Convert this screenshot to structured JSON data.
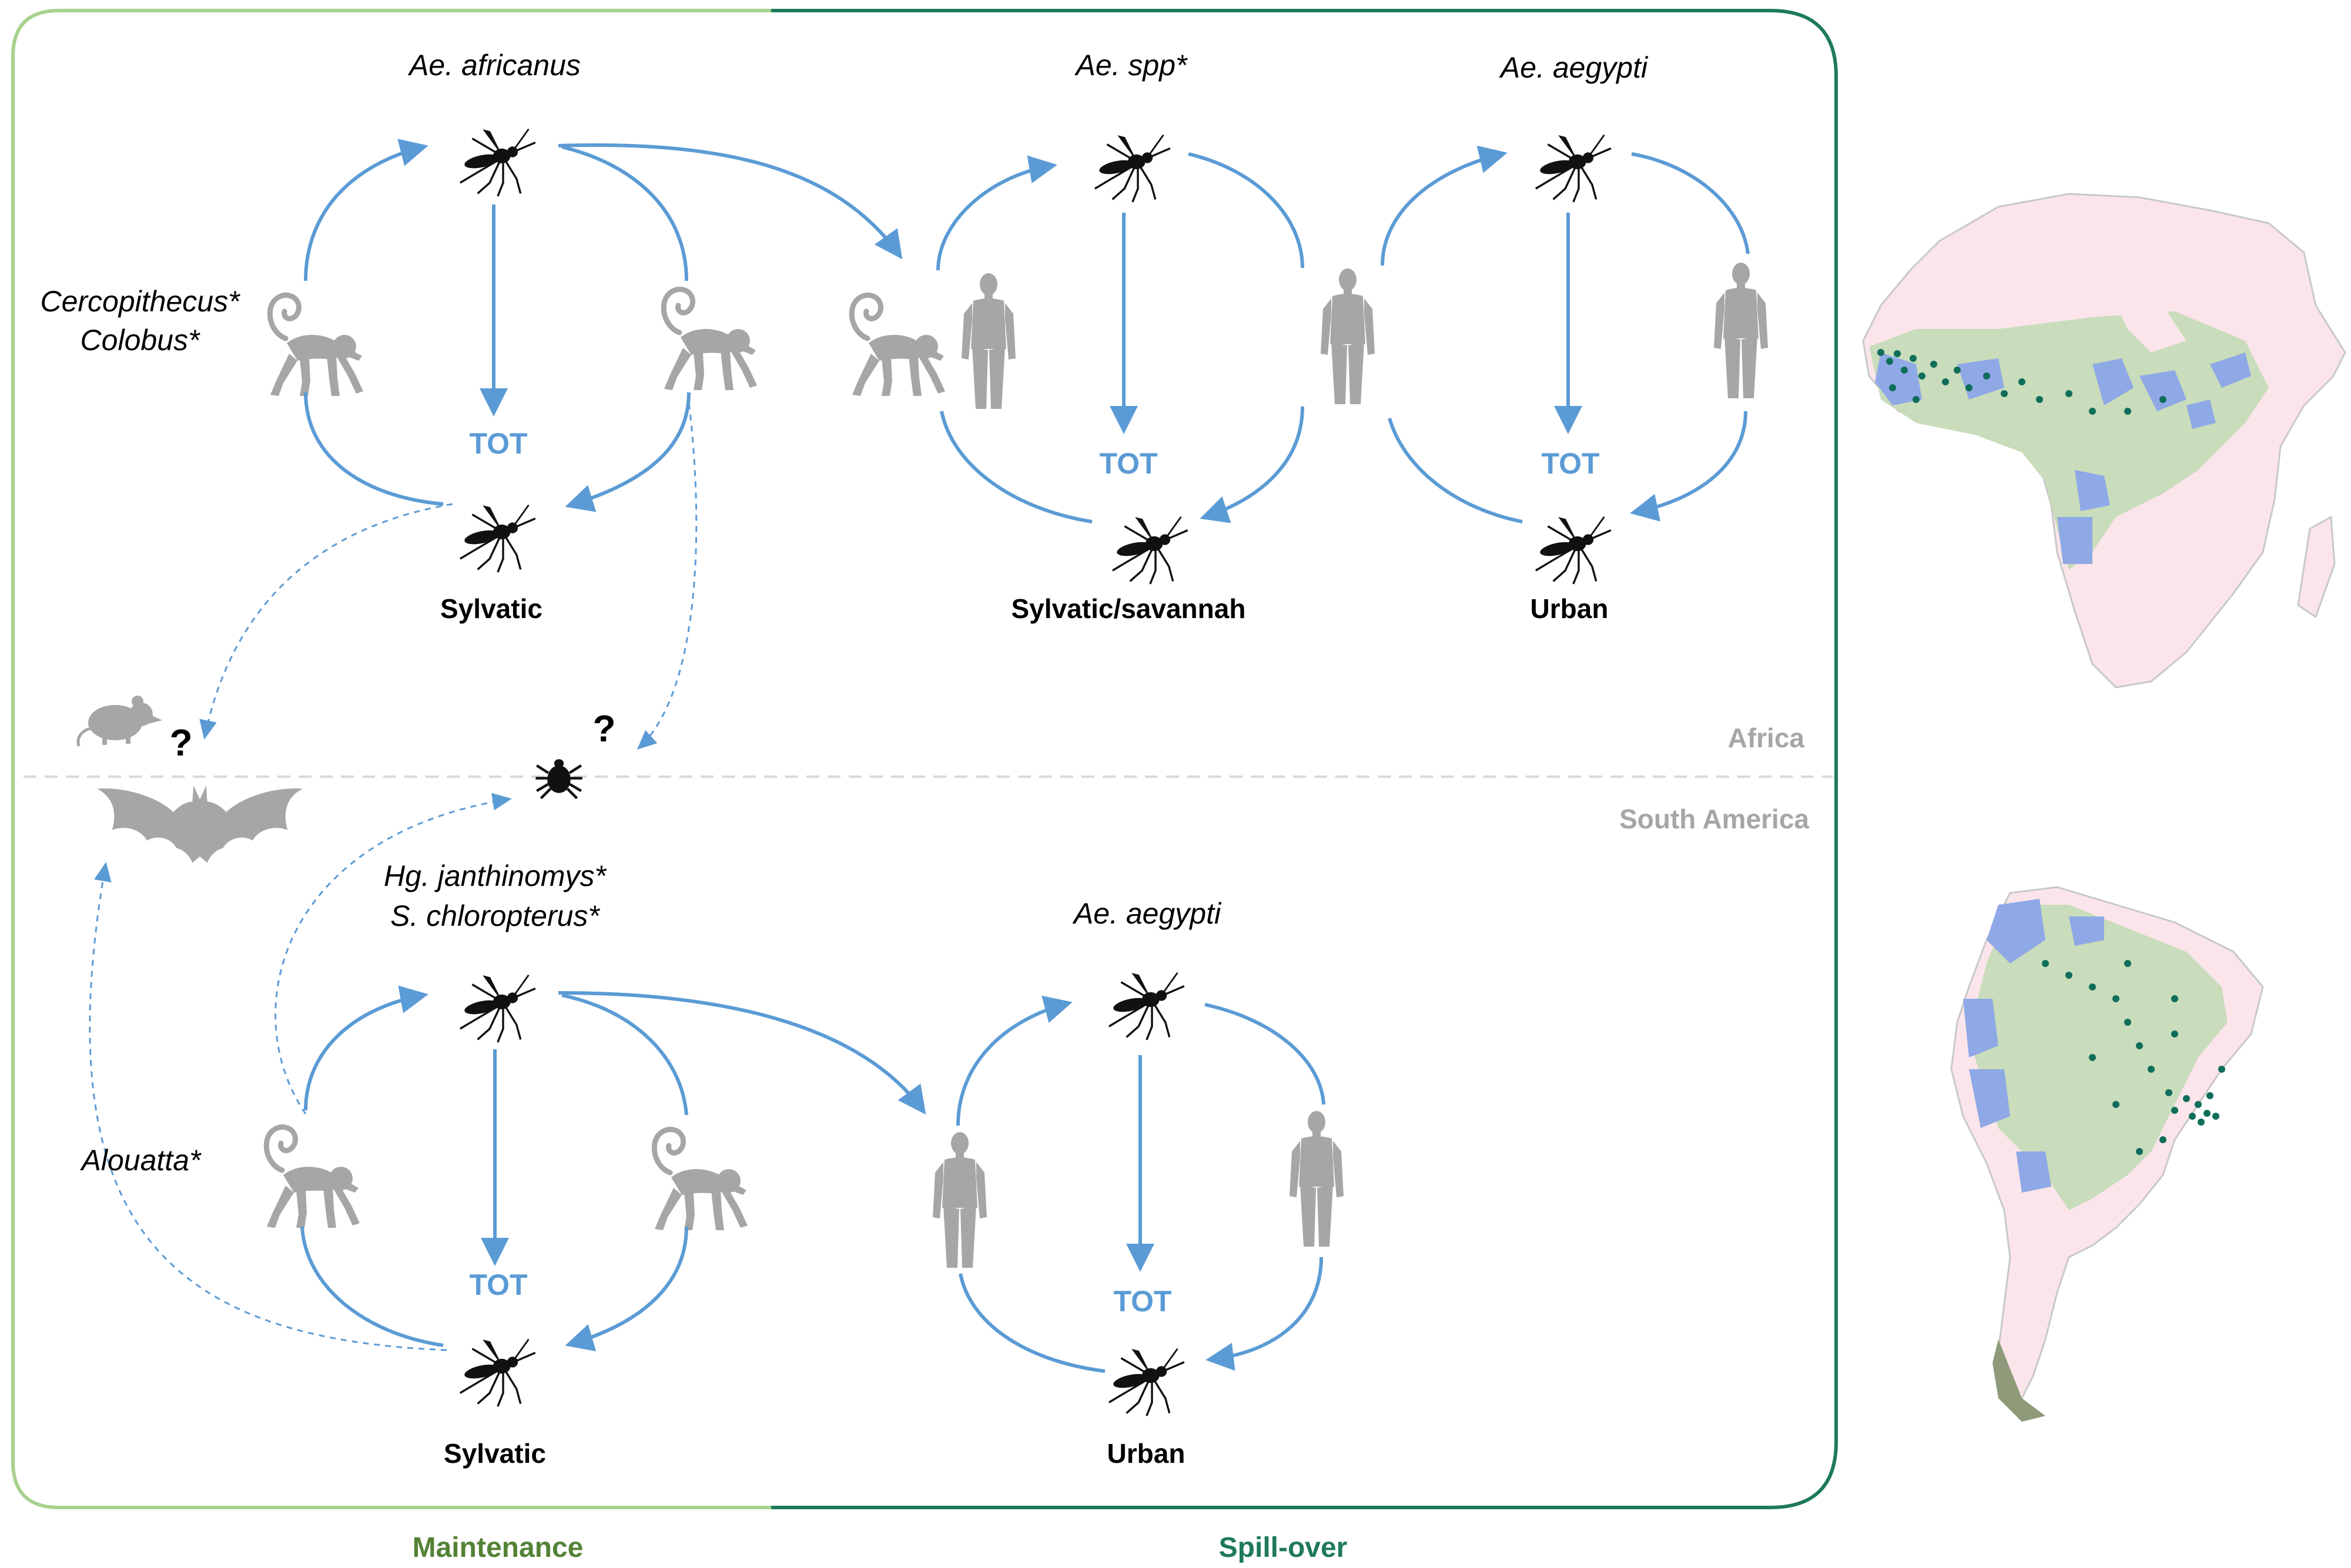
{
  "regions": {
    "africa": "Africa",
    "south_america": "South America"
  },
  "footer": {
    "maintenance": "Maintenance",
    "spillover": "Spill-over"
  },
  "africa": {
    "vector_sylvatic": "Ae. africanus",
    "vector_savannah": "Ae. spp*",
    "vector_urban": "Ae. aegypti",
    "hosts": [
      "Cercopithecus*",
      "Colobus*"
    ],
    "cycle_labels": [
      "Sylvatic",
      "Sylvatic/savannah",
      "Urban"
    ],
    "tot": "TOT"
  },
  "south_america": {
    "vectors_sylvatic": [
      "Hg. janthinomys*",
      "S. chloropterus*"
    ],
    "vector_urban": "Ae. aegypti",
    "host": "Alouatta*",
    "cycle_labels": [
      "Sylvatic",
      "Urban"
    ],
    "tot": "TOT"
  },
  "unknown_reservoir_mark": "?",
  "colors": {
    "maintenance_border": "#a9d18e",
    "spillover_border": "#1e7a5a",
    "arrows": "#5b9bd5",
    "silhouettes": "#a6a6a6",
    "map_land": "#fbe5ea",
    "map_range": "#c9dcbb",
    "map_outbreak_areas": "#8fa9e6",
    "map_points": "#0f6e5a"
  },
  "icons": [
    "mosquito-icon",
    "monkey-icon",
    "human-icon",
    "rodent-icon",
    "bat-icon",
    "tick-icon"
  ]
}
